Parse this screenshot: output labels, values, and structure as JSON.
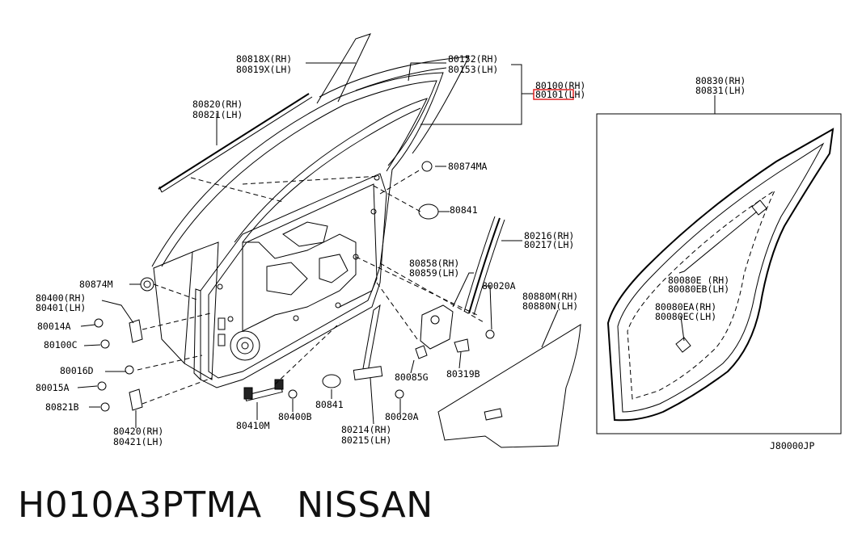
{
  "labels": {
    "p80818": "80818X(RH)",
    "p80819": "80819X(LH)",
    "p80152": "80152(RH)",
    "p80153": "80153(LH)",
    "p80100": "80100(RH)",
    "p80101": "80101(LH)",
    "p80820": "80820(RH)",
    "p80821": "80821(LH)",
    "p80874MA": "80874MA",
    "p80841a": "80841",
    "p80216": "80216(RH)",
    "p80217": "80217(LH)",
    "p80858": "80858(RH)",
    "p80859": "80859(LH)",
    "p80020Aa": "80020A",
    "p80880M": "80880M(RH)",
    "p80880N": "80880N(LH)",
    "p80874M": "80874M",
    "p80400": "80400(RH)",
    "p80401": "80401(LH)",
    "p80014A": "80014A",
    "p80100C": "80100C",
    "p80016D": "80016D",
    "p80015A": "80015A",
    "p80821B": "80821B",
    "p80420": "80420(RH)",
    "p80421": "80421(LH)",
    "p80410M": "80410M",
    "p80400B": "80400B",
    "p80841b": "80841",
    "p80214": "80214(RH)",
    "p80215": "80215(LH)",
    "p80020Ab": "80020A",
    "p80085G": "80085G",
    "p80319B": "80319B",
    "p80830": "80830(RH)",
    "p80831": "80831(LH)",
    "p80080E": "80080E (RH)",
    "p80080EB": "80080EB(LH)",
    "p80080EA": "80080EA(RH)",
    "p80080EC": "80080EC(LH)",
    "code": "J80000JP"
  },
  "footer": {
    "text": "H010A3PTMA   NISSAN"
  },
  "highlight_color": "#e02020"
}
